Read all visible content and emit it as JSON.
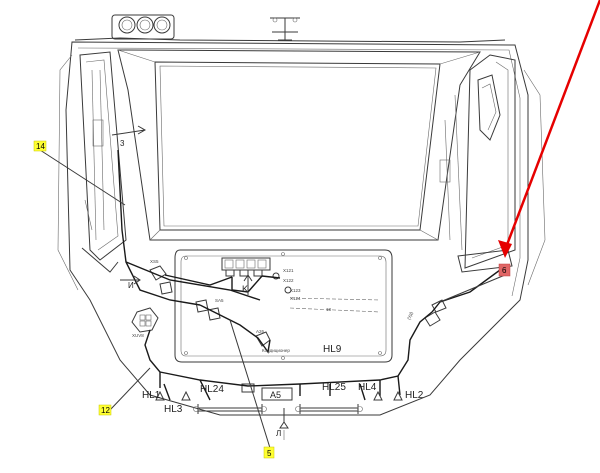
{
  "callouts": {
    "c14": "14",
    "c12": "12",
    "c5": "5",
    "c6": "6"
  },
  "labels": {
    "hl1": "HL1",
    "hl3": "HL3",
    "hl24": "HL24",
    "hl25": "HL25",
    "hl4": "HL4",
    "hl2": "HL2",
    "hl9": "HL9",
    "a5": "A5",
    "k": "K",
    "i": "И",
    "three": "3",
    "l": "Л",
    "yd": "(Уд)",
    "kond": "Кондиционер",
    "a26": "A26",
    "xs5": "XS5",
    "xuv8": "XUV8",
    "x121": "X121",
    "x122": "X122",
    "x123": "X123",
    "x124": "X124",
    "sa5": "SA5",
    "tm": "18"
  },
  "colors": {
    "callout_yellow": "#ffff33",
    "callout_red": "#e06666",
    "arrow_red": "#e60000"
  }
}
